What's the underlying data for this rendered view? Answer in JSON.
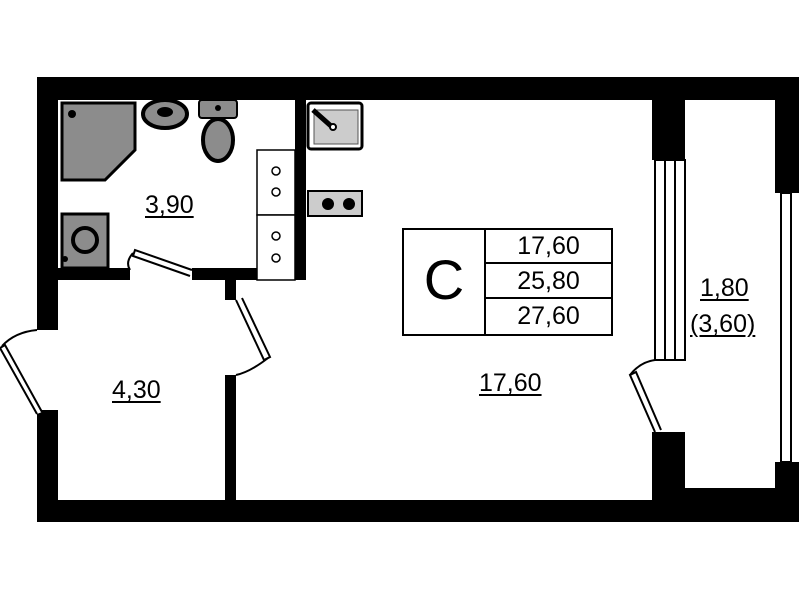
{
  "plan": {
    "apartment_type": "С",
    "summary": {
      "living_area": "17,60",
      "total_area": "25,80",
      "total_with_balcony": "27,60"
    },
    "rooms": [
      {
        "name": "bathroom",
        "area": "3,90"
      },
      {
        "name": "hallway",
        "area": "4,30"
      },
      {
        "name": "living-room",
        "area": "17,60"
      },
      {
        "name": "balcony",
        "area": "1,80",
        "area_full": "(3,60)"
      }
    ]
  }
}
